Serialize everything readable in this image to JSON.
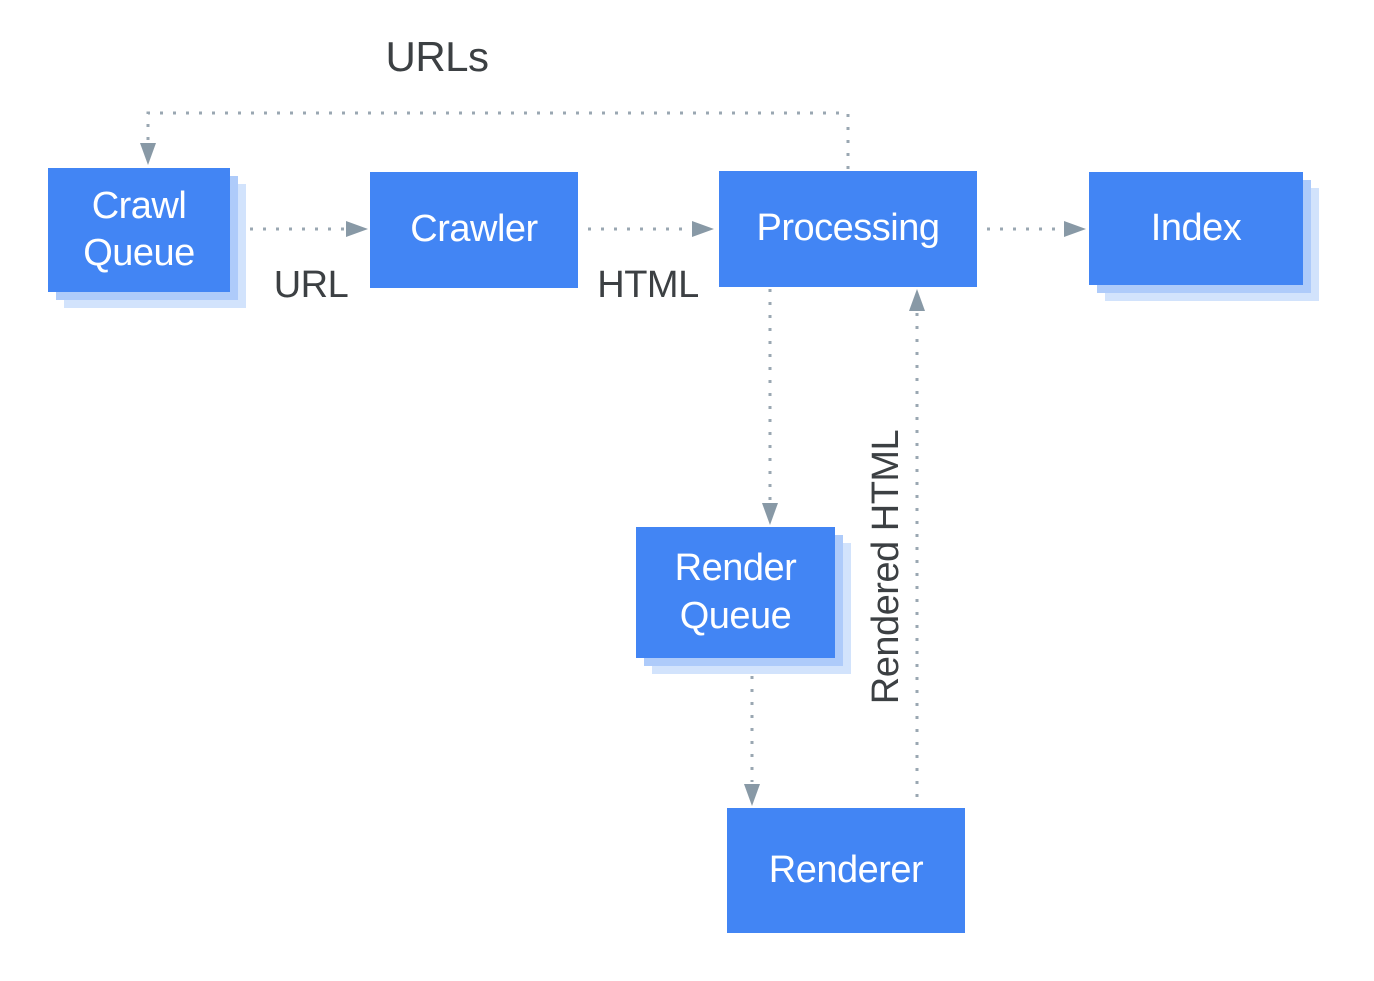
{
  "colors": {
    "node_fill": "#4285F4",
    "node_text": "#FFFFFF",
    "shadow_inner": "#AECBFA",
    "shadow_outer": "#D2E3FC",
    "edge_dot": "#9AA7B2",
    "arrowhead": "#8899A6",
    "label_text": "#3C4043",
    "background": "#FFFFFF"
  },
  "diagram": {
    "nodes": [
      {
        "id": "crawl-queue",
        "label": "Crawl\nQueue",
        "stacked": true
      },
      {
        "id": "crawler",
        "label": "Crawler",
        "stacked": false
      },
      {
        "id": "processing",
        "label": "Processing",
        "stacked": false
      },
      {
        "id": "index",
        "label": "Index",
        "stacked": true
      },
      {
        "id": "render-queue",
        "label": "Render\nQueue",
        "stacked": true
      },
      {
        "id": "renderer",
        "label": "Renderer",
        "stacked": false
      }
    ],
    "edge_labels": {
      "urls": "URLs",
      "url": "URL",
      "html": "HTML",
      "rendered_html": "Rendered HTML"
    },
    "edges": [
      {
        "from": "crawl-queue",
        "to": "crawler",
        "label": "URL"
      },
      {
        "from": "crawler",
        "to": "processing",
        "label": "HTML"
      },
      {
        "from": "processing",
        "to": "index",
        "label": ""
      },
      {
        "from": "processing",
        "to": "crawl-queue",
        "label": "URLs"
      },
      {
        "from": "processing",
        "to": "render-queue",
        "label": ""
      },
      {
        "from": "render-queue",
        "to": "renderer",
        "label": ""
      },
      {
        "from": "renderer",
        "to": "processing",
        "label": "Rendered HTML"
      }
    ]
  }
}
